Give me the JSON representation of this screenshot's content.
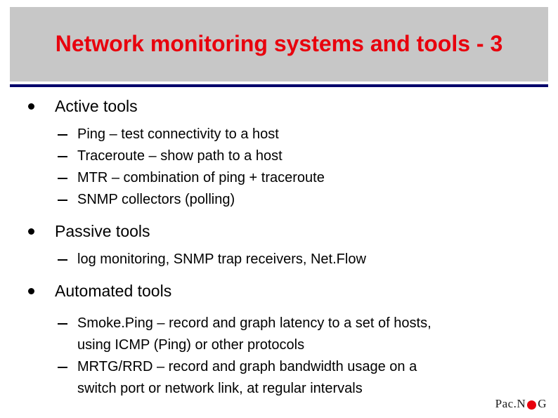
{
  "slide": {
    "title": "Network monitoring systems and tools - 3",
    "title_color": "#e8000d",
    "band_color": "#c7c7c7",
    "rule_color": "#00006b",
    "sections": [
      {
        "heading": "Active tools",
        "items": [
          {
            "text": "Ping – test connectivity to a host"
          },
          {
            "text": "Traceroute – show path to a host"
          },
          {
            "text": "MTR – combination of ping + traceroute"
          },
          {
            "text": "SNMP collectors (polling)"
          }
        ]
      },
      {
        "heading": "Passive tools",
        "items": [
          {
            "text": "log monitoring, SNMP trap receivers, Net.Flow"
          }
        ]
      },
      {
        "heading": "Automated tools",
        "items": [
          {
            "text": "Smoke.Ping – record and graph latency to a set of hosts,",
            "cont": "using ICMP (Ping) or other protocols"
          },
          {
            "text": "MRTG/RRD – record and graph bandwidth usage on a",
            "cont": "switch port or network link, at regular intervals"
          }
        ]
      }
    ],
    "logo": {
      "prefix": "Pac.N",
      "suffix": "G"
    }
  }
}
